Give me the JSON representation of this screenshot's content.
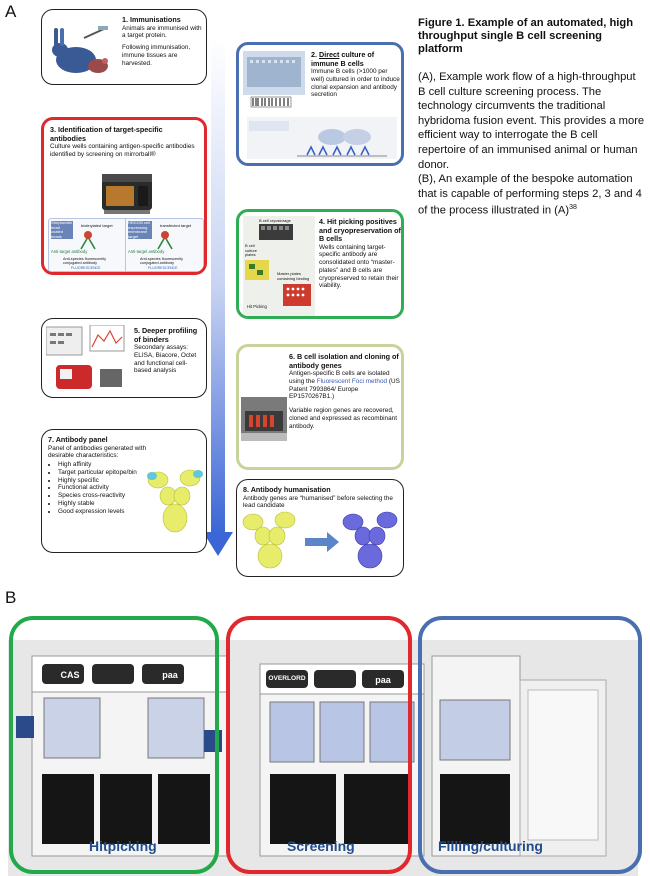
{
  "panels": {
    "a_label": "A",
    "b_label": "B"
  },
  "figure": {
    "title": "Figure 1. Example of an automated, high throughput  single B cell screening platform",
    "desc_a": "(A), Example work flow of a high-throughput B cell culture screening process. The technology circumvents the traditional hybridoma fusion event. This provides a more efficient way to interrogate the B cell repertoire of an immunised animal or human donor.",
    "desc_b": "(B), An example of the bespoke automation that is capable of performing steps 2, 3 and 4 of the process illustrated in (A)",
    "ref": "38"
  },
  "steps": {
    "s1": {
      "title": "1. Immunisations",
      "body1": "Animals are immunised with a target protein.",
      "body2": "Following immunisation, immune tissues are harvested."
    },
    "s2": {
      "title_a": "2. ",
      "title_u": "Direct",
      "title_b": " culture of immune B cells",
      "body": "Immune B cells (>1000 per well) cultured in order to induce clonal expansion and antibody secretion"
    },
    "s3": {
      "title": "3. Identification of target-specific antibodies",
      "body": "Culture wells containing antigen-specific antibodies identified by screening on mirrorball®",
      "fig_left_top": "Streptavidin bead coated beads",
      "fig_left_mid": "biotinylated target",
      "fig_left_anti": "Anti-target antibody",
      "fig_left_bot": "Anti-species fluorescently conjugated antibody",
      "fig_right_top": "HEK293 cell expressing membrane target",
      "fig_right_mid": "transfected target",
      "fig_right_anti": "Anti-target antibody",
      "fig_right_bot": "Anti-species fluorescently conjugated antibody",
      "fluor": "FLUORESCENCE"
    },
    "s4": {
      "title": "4. Hit picking positives and cryopreservation of B cells",
      "body": "Wells containing target-specific antibody are consolidated onto “master-plates” and B cells are cryopreserved to retain their viability.",
      "fig_cryo": "B cell cryostorage",
      "fig_culture": "B cell culture plates",
      "fig_master": "Master plates containing binding",
      "fig_hit": "Hit Picking"
    },
    "s5": {
      "title": "5. Deeper profiling of binders",
      "body": "Secondary assays: ELISA, Biacore, Octet and functional cell-based analysis"
    },
    "s6": {
      "title": "6. B cell isolation and cloning of antibody genes",
      "body1": "Antigen-specific B cells  are isolated using the ",
      "link": "Fluorescent Foci method",
      "body1b": " (US Patent 7993864/ Europe EP1570267B1.)",
      "body2": "Variable region genes are recovered, cloned and expressed as recombinant antibody."
    },
    "s7": {
      "title": "7. Antibody panel",
      "body": "Panel of antibodies generated with desirable characteristics:",
      "items": [
        "High affinity",
        "Target particular epitope/bin",
        "Highly specific",
        "Functional activity",
        "Species cross-reactivity",
        "Highly stable",
        "Good expression levels"
      ]
    },
    "s8": {
      "title": "8. Antibody humanisation",
      "body": "Antibody genes are “humanised” before selecting the lead candidate"
    }
  },
  "platform": {
    "zones": [
      "Hitpicking",
      "Screening",
      "Filling/culturing"
    ],
    "unit_left": "CAS",
    "unit_right": "paa",
    "unit_mid": "OVERLORD",
    "unit_mid_right": "paa",
    "zone_colors": [
      "#22a94a",
      "#e0282d",
      "#4a6fb0"
    ]
  },
  "colors": {
    "arrow_top": "#ffffff",
    "arrow_bottom": "#3c66d6"
  }
}
